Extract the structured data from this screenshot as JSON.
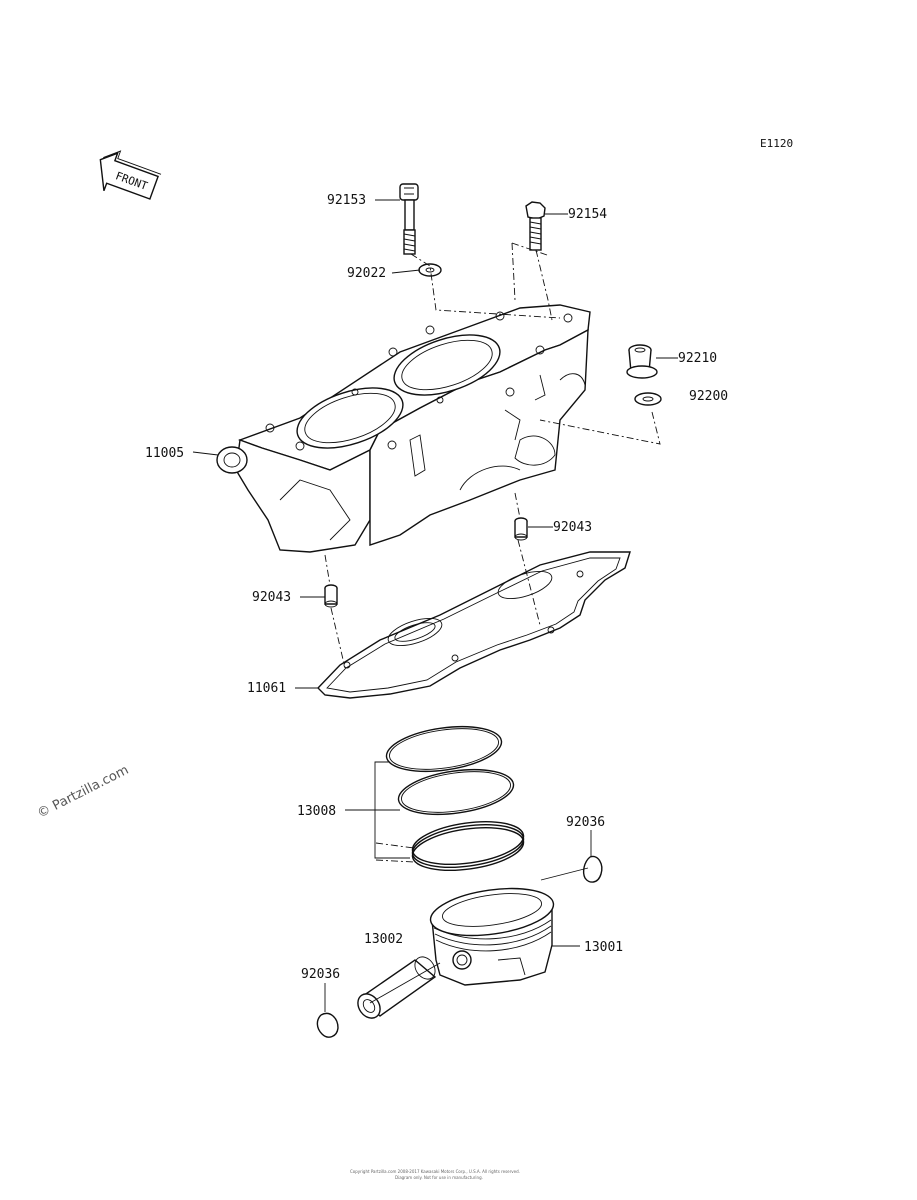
{
  "diagram_code": "E1120",
  "front_label": "FRONT",
  "watermark": "© Partzilla.com",
  "footer": [
    "Copyright Partzilla.com 2008-2017 Kawasaki Motors Corp., U.S.A. All rights reserved.",
    "Diagram only. Not for use in manufacturing."
  ],
  "parts": [
    {
      "id": "p92153",
      "number": "92153"
    },
    {
      "id": "p92154",
      "number": "92154"
    },
    {
      "id": "p92022",
      "number": "92022"
    },
    {
      "id": "p92210",
      "number": "92210"
    },
    {
      "id": "p92200",
      "number": "92200"
    },
    {
      "id": "p11005",
      "number": "11005"
    },
    {
      "id": "p92043a",
      "number": "92043"
    },
    {
      "id": "p92043b",
      "number": "92043"
    },
    {
      "id": "p11061",
      "number": "11061"
    },
    {
      "id": "p13008",
      "number": "13008"
    },
    {
      "id": "p92036a",
      "number": "92036"
    },
    {
      "id": "p13002",
      "number": "13002"
    },
    {
      "id": "p13001",
      "number": "13001"
    },
    {
      "id": "p92036b",
      "number": "92036"
    }
  ]
}
